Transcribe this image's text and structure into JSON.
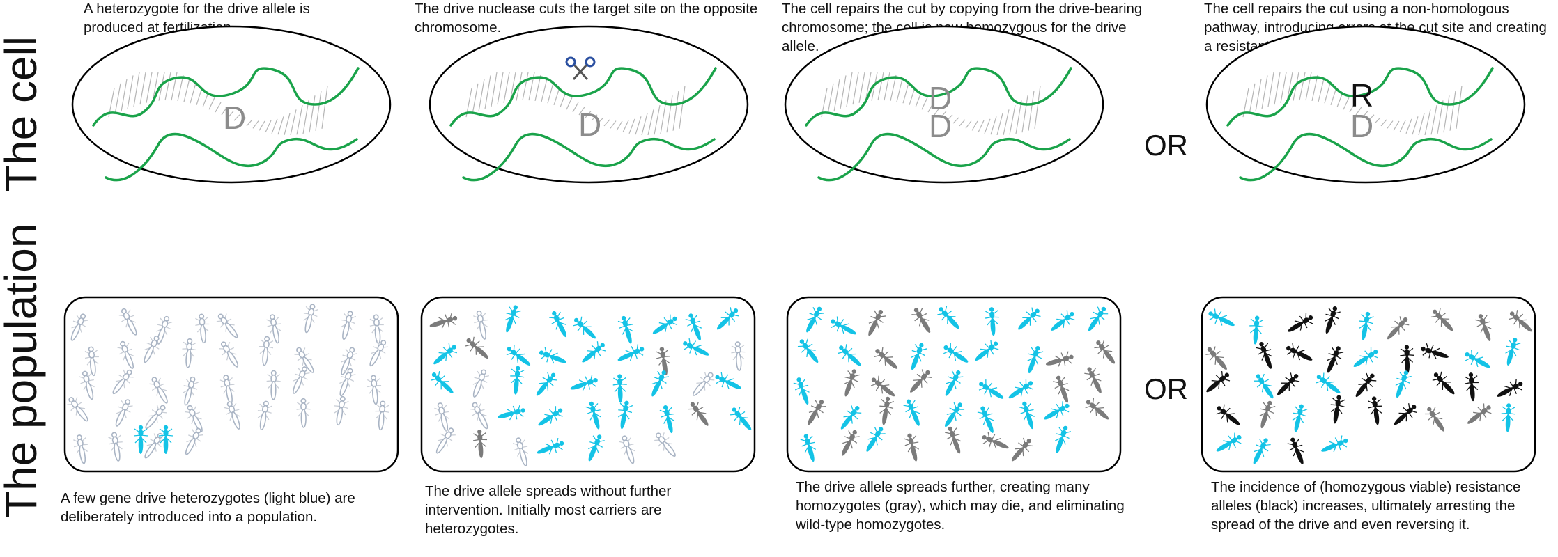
{
  "row_labels": {
    "cell": "The cell",
    "population": "The population"
  },
  "or_label": "OR",
  "stages": [
    {
      "cell_caption": "A heterozygote for the drive allele is produced at fertilization.",
      "population_caption": "A few gene drive  heterozygotes (light blue) are deliberately introduced into a population.",
      "alleles": [
        "D"
      ]
    },
    {
      "cell_caption": "The drive nuclease cuts the target site on the opposite chromosome.",
      "population_caption": "The drive allele spreads without further intervention.  Initially most carriers are heterozygotes.",
      "alleles": [
        "D"
      ],
      "icons": [
        "scissors-icon"
      ]
    },
    {
      "cell_caption": "The cell repairs the cut by copying from the drive-bearing chromosome; the cell is now homozygous for the drive allele.",
      "population_caption": "The drive allele spreads further, creating many homozygotes (gray), which may die, and eliminating wild-type homozygotes.",
      "alleles": [
        "D",
        "D"
      ]
    },
    {
      "cell_caption": "The cell repairs the cut using a non-homologous pathway, introducing errors at the cut site and creating a resistant allele",
      "population_caption": "The incidence of (homozygous viable) resistance alleles (black) increases, ultimately arresting the spread of the drive and even reversing it.",
      "alleles": [
        "R",
        "D"
      ]
    }
  ],
  "colors": {
    "chromosome": "#1aa34a",
    "ladder": "#b5b5b5",
    "drive_letter": "#8c8c8c",
    "resistant_letter": "#111111",
    "wild_type": "#a9b4c4",
    "heterozygote": "#14c3e6",
    "drive_homozygote": "#7b7b7b",
    "resistant": "#111111"
  }
}
